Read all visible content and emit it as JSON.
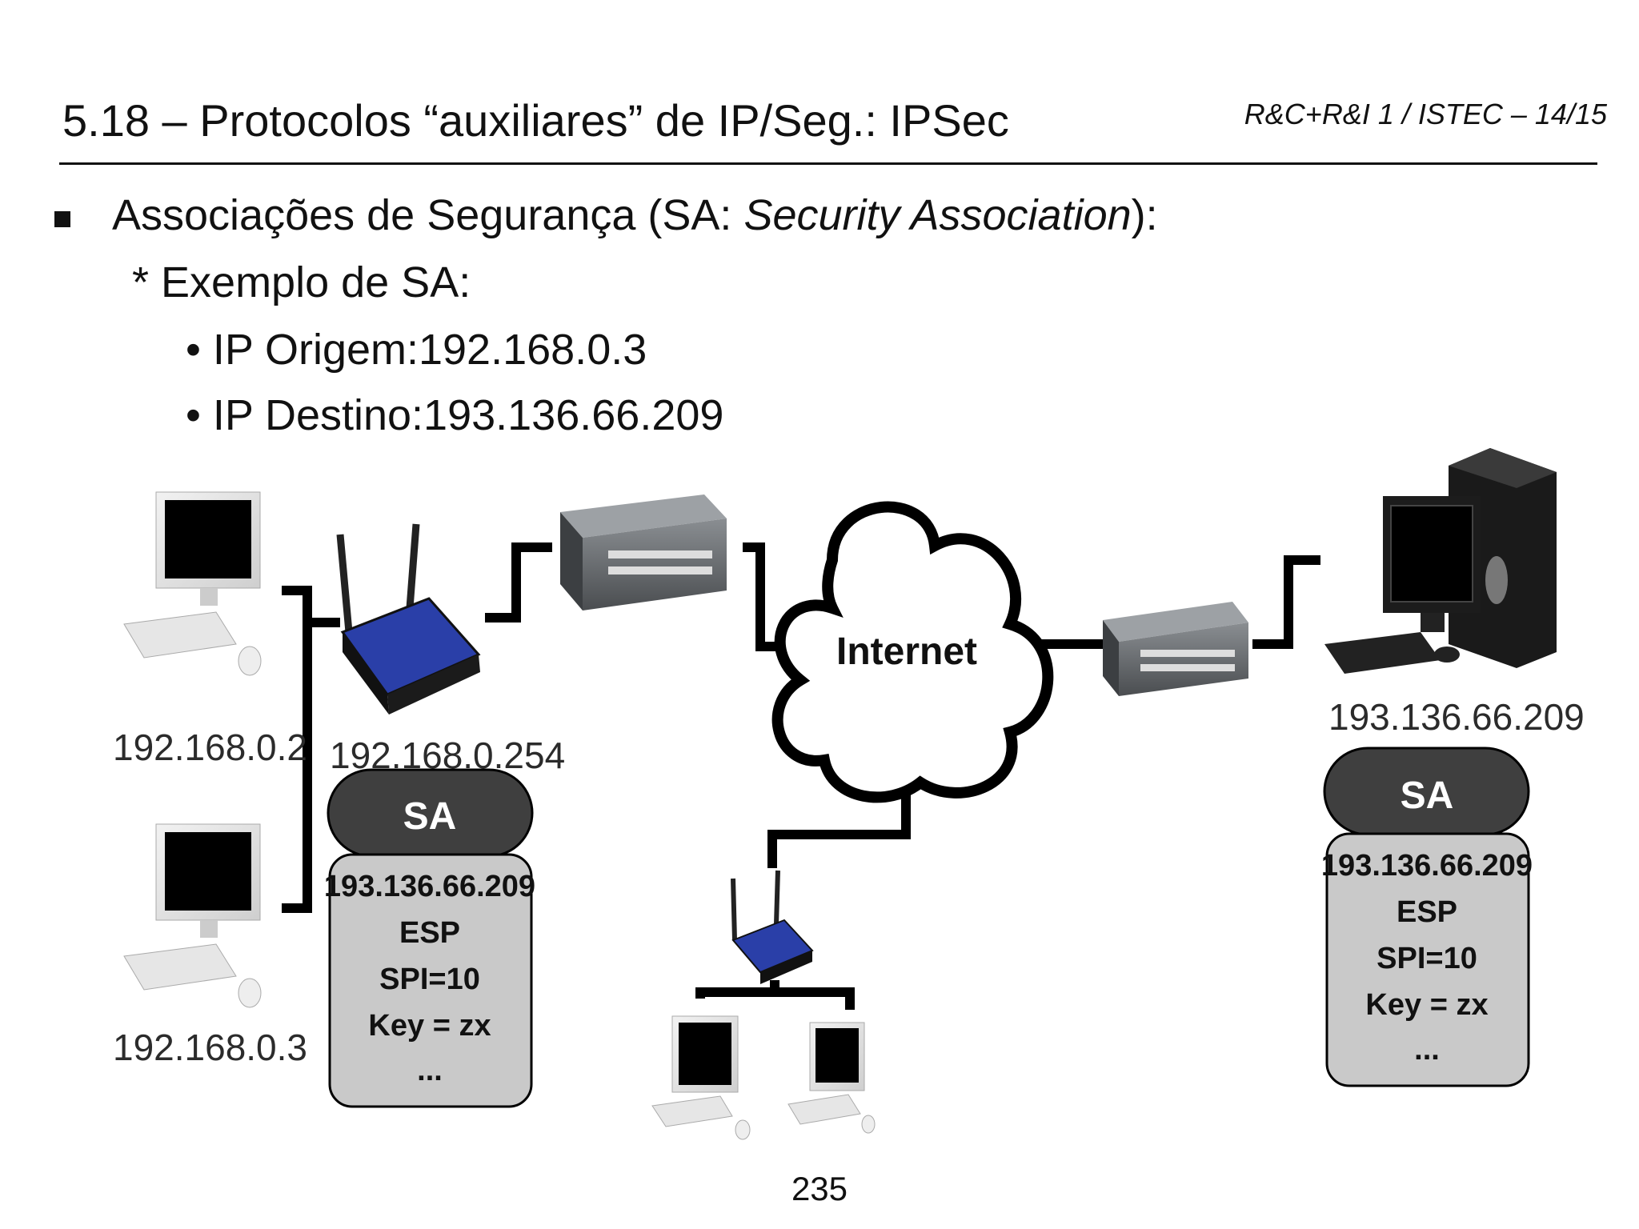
{
  "header": {
    "title": "5.18 – Protocolos “auxiliares” de IP/Seg.: IPSec",
    "course": "R&C+R&I 1 / ISTEC – 14/15"
  },
  "bullets": {
    "main_pre": "Associações de Segurança (SA: ",
    "main_em": "Security Association",
    "main_post": "):",
    "sub": "* Exemplo de SA:",
    "origin": "• IP Origem:192.168.0.3",
    "destination": "• IP Destino:193.136.66.209"
  },
  "diagram": {
    "hosts": {
      "pc_a": "192.168.0.2",
      "pc_b": "192.168.0.3",
      "router": "192.168.0.254",
      "server": "193.136.66.209"
    },
    "cloud_label": "Internet",
    "sa_left": {
      "header": "SA",
      "lines": [
        "193.136.66.209",
        "ESP",
        "SPI=10",
        "Key = zx",
        "..."
      ]
    },
    "sa_right": {
      "header": "SA",
      "lines": [
        "193.136.66.209",
        "ESP",
        "SPI=10",
        "Key = zx",
        "..."
      ]
    }
  },
  "page_number": "235",
  "colors": {
    "sa_header": "#3f3f3f",
    "sa_body": "#c9c9c9",
    "router_blue": "#2a3fa8"
  }
}
